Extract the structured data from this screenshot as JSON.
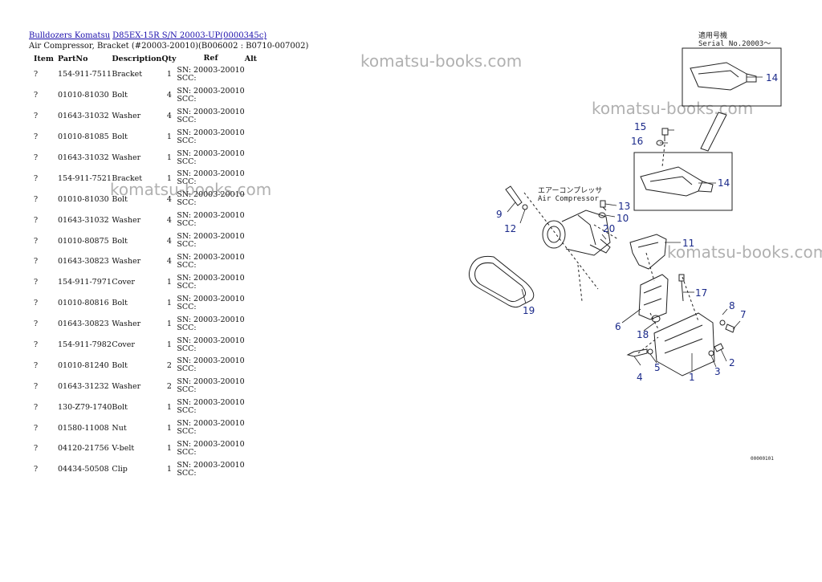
{
  "breadcrumb": {
    "link1": "Bulldozers Komatsu",
    "link2": "D85EX-15R S/N 20003-UP(0000345c)"
  },
  "subtitle": "Air Compressor, Bracket (#20003-20010)(B006002 : B0710-007002)",
  "table": {
    "headers": {
      "item": "Item",
      "partno": "PartNo",
      "description": "Description",
      "qty": "Qty",
      "ref": "Ref",
      "alt": "Alt"
    },
    "rows": [
      {
        "item": "?",
        "partno": "154-911-7511",
        "description": "Bracket",
        "qty": "1",
        "ref1": "SN: 20003-20010",
        "ref2": "SCC:"
      },
      {
        "item": "?",
        "partno": "01010-81030",
        "description": "Bolt",
        "qty": "4",
        "ref1": "SN: 20003-20010",
        "ref2": "SCC:"
      },
      {
        "item": "?",
        "partno": "01643-31032",
        "description": "Washer",
        "qty": "4",
        "ref1": "SN: 20003-20010",
        "ref2": "SCC:"
      },
      {
        "item": "?",
        "partno": "01010-81085",
        "description": "Bolt",
        "qty": "1",
        "ref1": "SN: 20003-20010",
        "ref2": "SCC:"
      },
      {
        "item": "?",
        "partno": "01643-31032",
        "description": "Washer",
        "qty": "1",
        "ref1": "SN: 20003-20010",
        "ref2": "SCC:"
      },
      {
        "item": "?",
        "partno": "154-911-7521",
        "description": "Bracket",
        "qty": "1",
        "ref1": "SN: 20003-20010",
        "ref2": "SCC:"
      },
      {
        "item": "?",
        "partno": "01010-81030",
        "description": "Bolt",
        "qty": "4",
        "ref1": "SN: 20003-20010",
        "ref2": "SCC:"
      },
      {
        "item": "?",
        "partno": "01643-31032",
        "description": "Washer",
        "qty": "4",
        "ref1": "SN: 20003-20010",
        "ref2": "SCC:"
      },
      {
        "item": "?",
        "partno": "01010-80875",
        "description": "Bolt",
        "qty": "4",
        "ref1": "SN: 20003-20010",
        "ref2": "SCC:"
      },
      {
        "item": "?",
        "partno": "01643-30823",
        "description": "Washer",
        "qty": "4",
        "ref1": "SN: 20003-20010",
        "ref2": "SCC:"
      },
      {
        "item": "?",
        "partno": "154-911-7971",
        "description": "Cover",
        "qty": "1",
        "ref1": "SN: 20003-20010",
        "ref2": "SCC:"
      },
      {
        "item": "?",
        "partno": "01010-80816",
        "description": "Bolt",
        "qty": "1",
        "ref1": "SN: 20003-20010",
        "ref2": "SCC:"
      },
      {
        "item": "?",
        "partno": "01643-30823",
        "description": "Washer",
        "qty": "1",
        "ref1": "SN: 20003-20010",
        "ref2": "SCC:"
      },
      {
        "item": "?",
        "partno": "154-911-7982",
        "description": "Cover",
        "qty": "1",
        "ref1": "SN: 20003-20010",
        "ref2": "SCC:"
      },
      {
        "item": "?",
        "partno": "01010-81240",
        "description": "Bolt",
        "qty": "2",
        "ref1": "SN: 20003-20010",
        "ref2": "SCC:"
      },
      {
        "item": "?",
        "partno": "01643-31232",
        "description": "Washer",
        "qty": "2",
        "ref1": "SN: 20003-20010",
        "ref2": "SCC:"
      },
      {
        "item": "?",
        "partno": "130-Z79-1740",
        "description": "Bolt",
        "qty": "1",
        "ref1": "SN: 20003-20010",
        "ref2": "SCC:"
      },
      {
        "item": "?",
        "partno": "01580-11008",
        "description": "Nut",
        "qty": "1",
        "ref1": "SN: 20003-20010",
        "ref2": "SCC:"
      },
      {
        "item": "?",
        "partno": "04120-21756",
        "description": "V-belt",
        "qty": "1",
        "ref1": "SN: 20003-20010",
        "ref2": "SCC:"
      },
      {
        "item": "?",
        "partno": "04434-50508",
        "description": "Clip",
        "qty": "1",
        "ref1": "SN: 20003-20010",
        "ref2": "SCC:"
      }
    ]
  },
  "watermark": "komatsu-books.com",
  "diagram": {
    "serial_jp": "適用号機",
    "serial_label": "Serial No.20003～",
    "compressor_jp": "エアーコンプレッサ",
    "compressor_label": "Air Compressor",
    "drawing_code": "00000101",
    "callouts": [
      "14",
      "15",
      "16",
      "14",
      "9",
      "12",
      "13",
      "10",
      "20",
      "11",
      "19",
      "17",
      "6",
      "8",
      "7",
      "18",
      "4",
      "5",
      "1",
      "3",
      "2"
    ],
    "callout_color": "#1b2a8a"
  }
}
